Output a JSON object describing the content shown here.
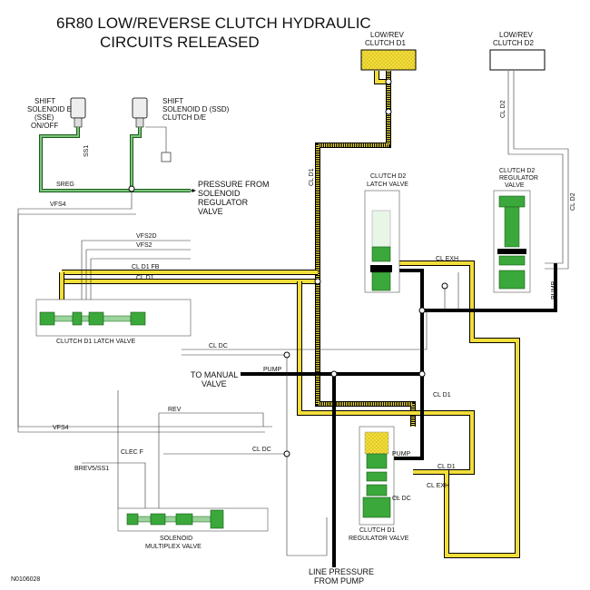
{
  "title": {
    "line1": "6R80 LOW/REVERSE CLUTCH HYDRAULIC",
    "line2": "CIRCUITS RELEASED"
  },
  "figure_id": "N0106028",
  "clutch_boxes": {
    "d1": {
      "line1": "LOW/REV",
      "line2": "CLUTCH D1"
    },
    "d2": {
      "line1": "LOW/REV",
      "line2": "CLUTCH D2"
    }
  },
  "solenoids": {
    "sse": {
      "line1": "SHIFT",
      "line2": "SOLENOID E",
      "line3": "(SSE)",
      "line4": "ON/OFF"
    },
    "ssd": {
      "line1": "SHIFT",
      "line2": "SOLENOID D (SSD)",
      "line3": "CLUTCH D/E"
    }
  },
  "pressure_from_solenoid": {
    "line1": "PRESSURE FROM",
    "line2": "SOLENOID",
    "line3": "REGULATOR",
    "line4": "VALVE"
  },
  "valves": {
    "clutch_d2_latch": {
      "line1": "CLUTCH D2",
      "line2": "LATCH VALVE"
    },
    "clutch_d2_regulator": {
      "line1": "CLUTCH D2",
      "line2": "REGULATOR",
      "line3": "VALVE"
    },
    "clutch_d1_latch": "CLUTCH D1 LATCH VALVE",
    "solenoid_multiplex": {
      "line1": "SOLENOID",
      "line2": "MULTIPLEX VALVE"
    },
    "clutch_d1_regulator": {
      "line1": "CLUTCH D1",
      "line2": "REGULATOR VALVE"
    }
  },
  "to_manual_valve": {
    "line1": "TO MANUAL",
    "line2": "VALVE"
  },
  "line_pressure": {
    "line1": "LINE PRESSURE",
    "line2": "FROM PUMP"
  },
  "circuit_labels": {
    "ss1": "SS1",
    "sreg": "SREG",
    "vfs4_top": "VFS4",
    "vfs2d": "VFS2D",
    "vfs2": "VFS2",
    "cl_d1_fb": "CL D1 FB",
    "cl_d1_left": "CL D1",
    "cl_d1_vertical": "CL D1",
    "cl_d2_vertical": "CL D2",
    "cl_d2_right": "CL D2",
    "cl_exh_top": "CL EXH",
    "pump_vertical": "PUMP",
    "cl_dc_mid": "CL DC",
    "pump_manual": "PUMP",
    "cl_d1_mid": "CL D1",
    "rev": "REV",
    "vfs4_bottom": "VFS4",
    "clec_f": "CLEC F",
    "cl_dc_low": "CL DC",
    "brev5_ss1": "BREV5/SS1",
    "pump_reg": "PUMP",
    "cl_d1_reg": "CL D1",
    "cl_exh_reg": "CL EXH",
    "cl_dc_reg": "CL DC"
  },
  "colors": {
    "yellow_fluid": "#f2de3a",
    "green_spool": "#3aa83a",
    "high_pressure": "#000000"
  }
}
